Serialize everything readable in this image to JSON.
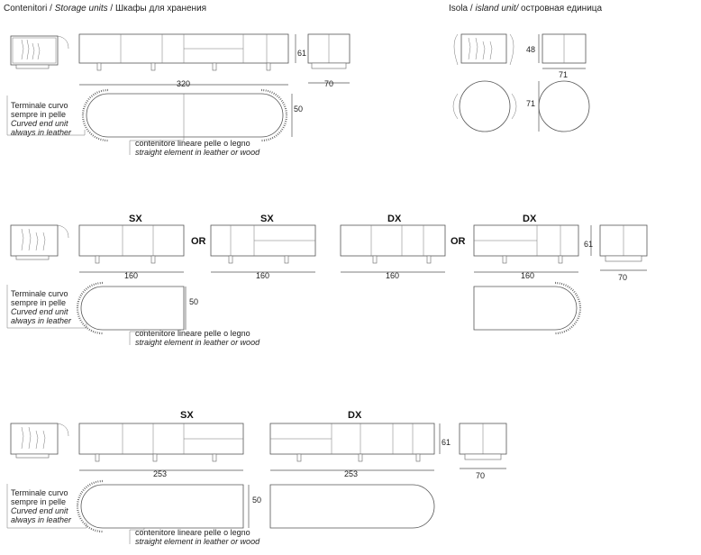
{
  "header": {
    "left_title": "Contenitori / ",
    "left_title_it": "Storage units",
    "left_title_ru": " / Шкафы для хранения",
    "right_title": "Isola / ",
    "right_title_it": "island unit/",
    "right_title_ru": "  островная единица"
  },
  "labels": {
    "terminale_it": "Terminale curvo",
    "terminale_it2": "sempre in pelle",
    "terminale_en": "Curved end unit",
    "terminale_en2": "always in leather",
    "lineare_it": "contenitore lineare pelle o legno",
    "lineare_en": "straight element in leather or wood",
    "or": "OR",
    "sx": "SX",
    "dx": "DX"
  },
  "dims": {
    "d320": "320",
    "d61": "61",
    "d70": "70",
    "d50": "50",
    "d48": "48",
    "d71": "71",
    "d160": "160",
    "d253": "253"
  }
}
